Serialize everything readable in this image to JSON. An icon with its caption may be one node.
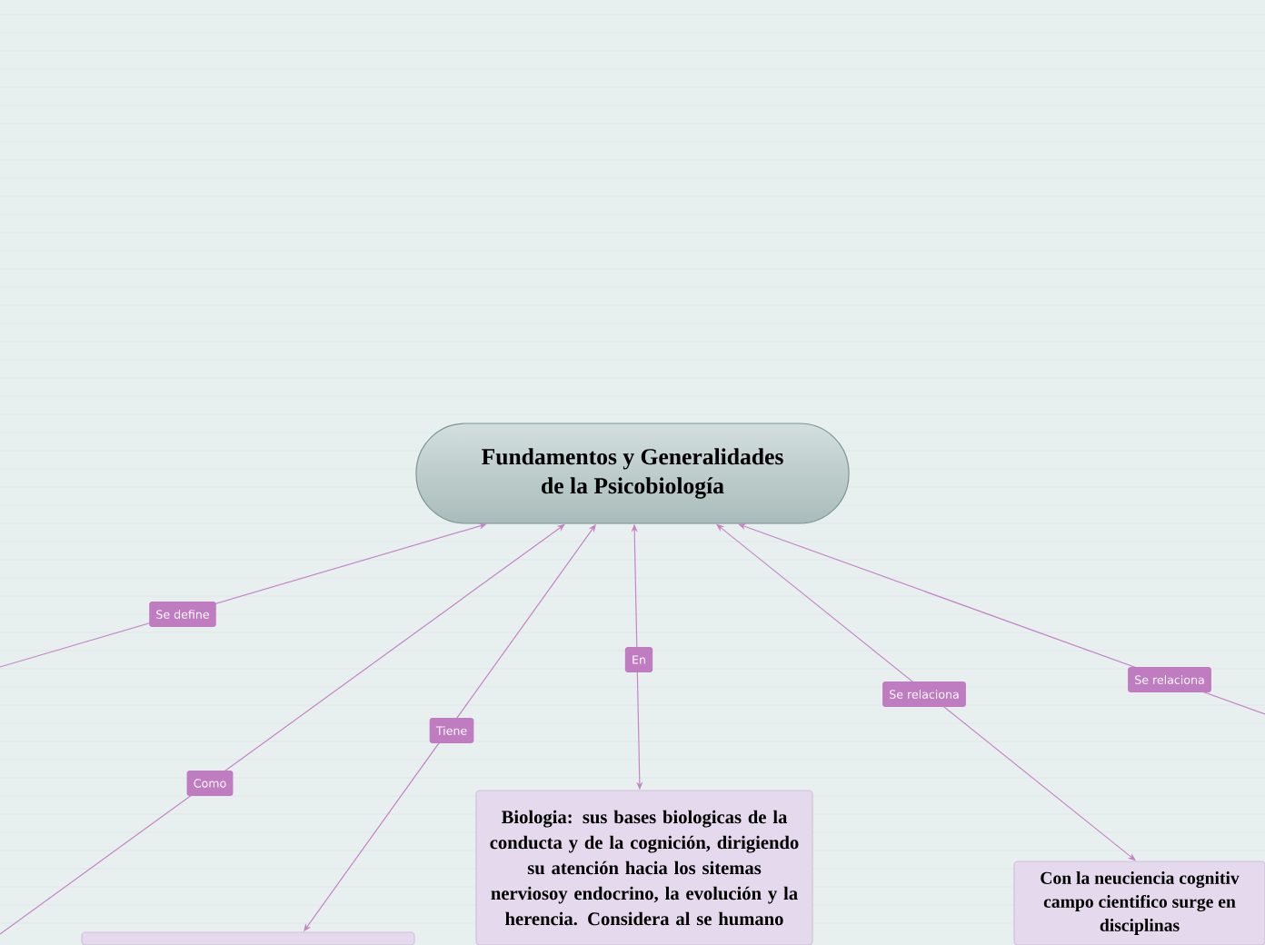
{
  "diagram": {
    "nodes": [
      {
        "text": [
          "Fundamentos y Generalidades de la Psicobiología"
        ]
      },
      {
        "text": [],
        "shape": "box"
      },
      {
        "text": [
          "Biologia: sus bases biologicas de la conducta y de la cognición, dirigiendo su atención hacia los sitemas nerviosoy endocrino, la evolución y la herencia. Considera al se humano"
        ]
      },
      {
        "text": [
          "Con la neuciencia cognitiv campo cientifico surge en disciplinas"
        ]
      }
    ],
    "edges": [
      {
        "from": null,
        "to": 0,
        "arrow": "to",
        "label": "Se define"
      },
      {
        "from": null,
        "to": 0,
        "arrow": "to",
        "label": "Como"
      },
      {
        "from": 0,
        "to": 1,
        "arrow": "both",
        "label": "Tiene"
      },
      {
        "from": 0,
        "to": 2,
        "arrow": "both",
        "label": "En"
      },
      {
        "from": 0,
        "to": 3,
        "arrow": "both",
        "label": "Se relaciona"
      },
      {
        "from": null,
        "to": 0,
        "arrow": "to",
        "label": "Se relaciona"
      }
    ]
  }
}
